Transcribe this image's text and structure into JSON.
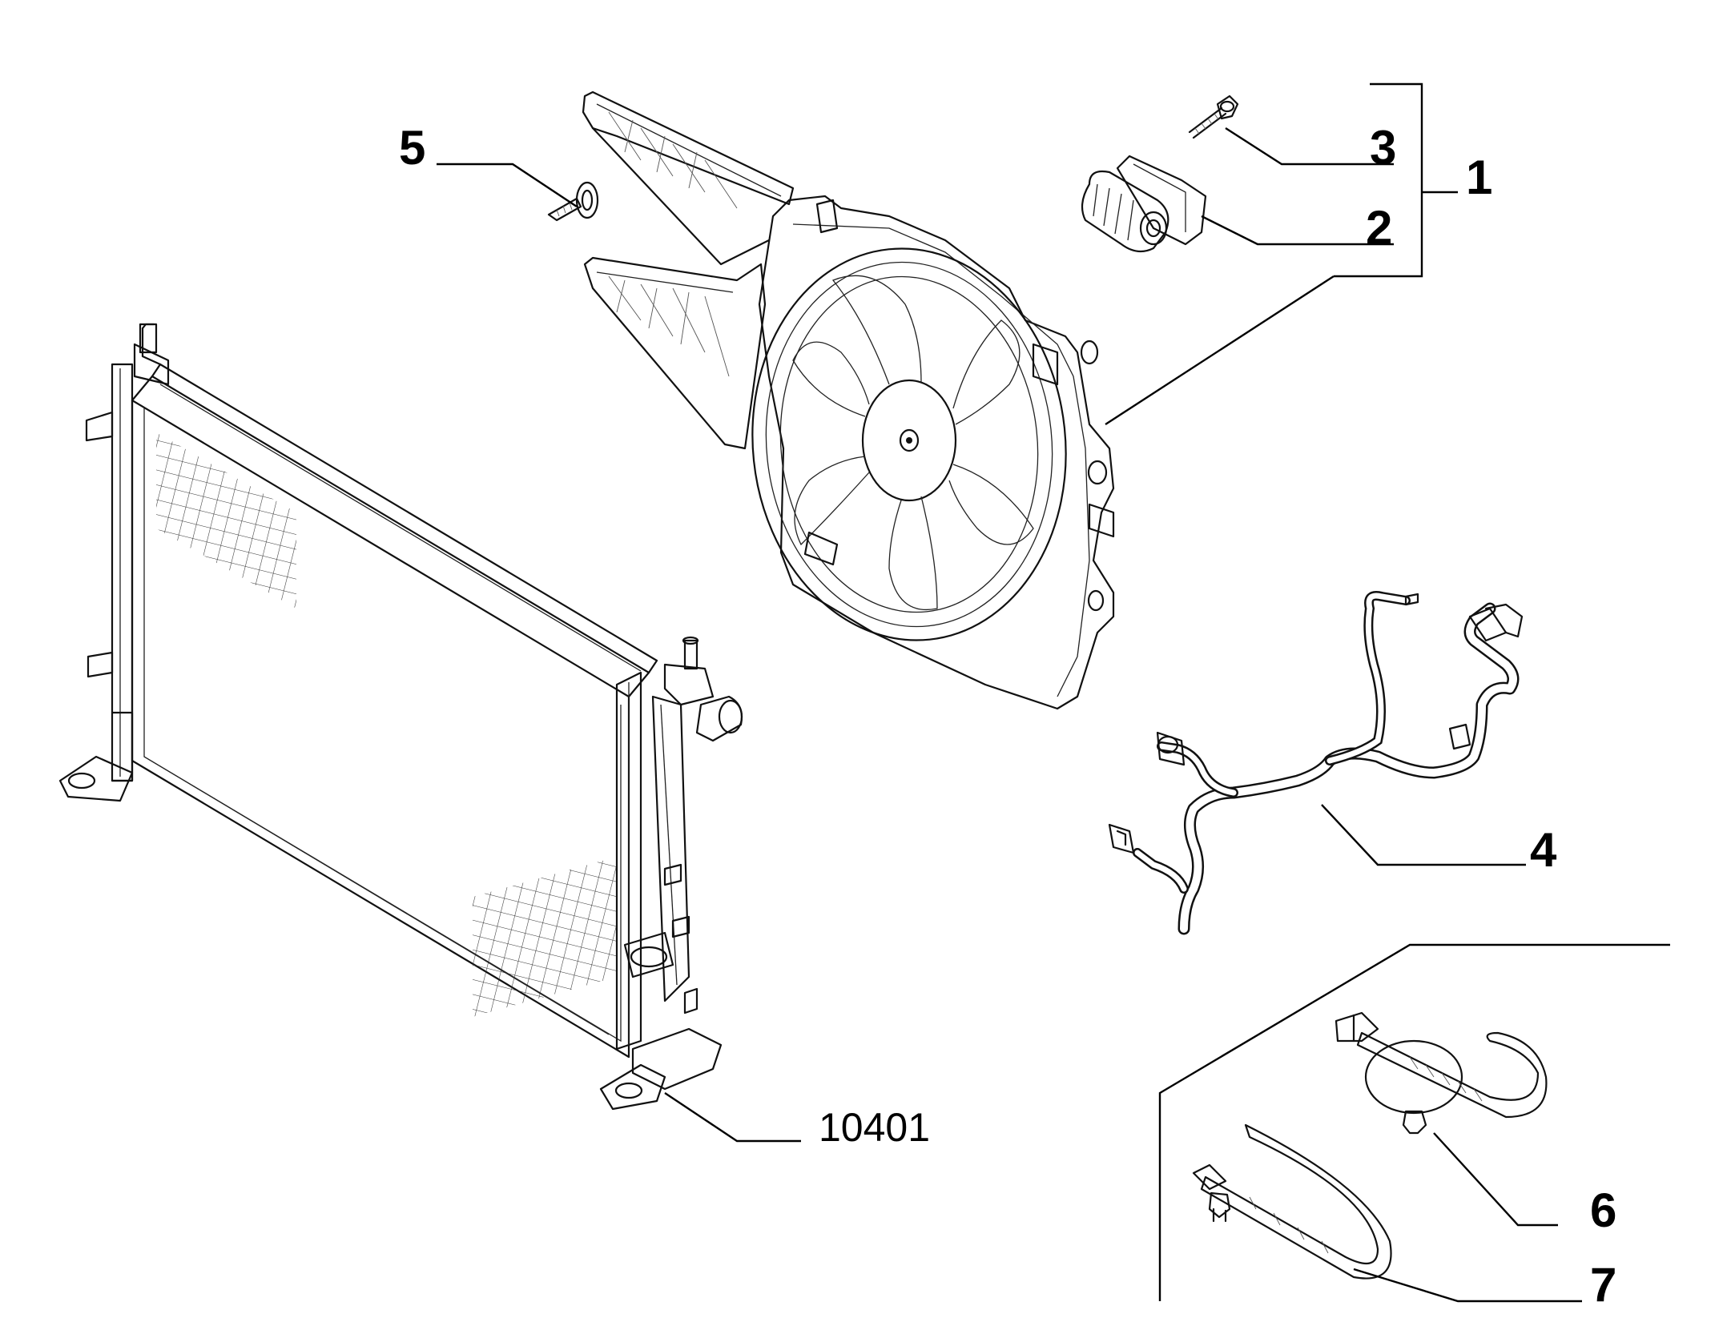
{
  "callouts": {
    "c1": "1",
    "c2": "2",
    "c3": "3",
    "c4": "4",
    "c5": "5",
    "c6": "6",
    "c7": "7",
    "c10401": "10401"
  },
  "colors": {
    "line": "#111111",
    "background": "#ffffff"
  }
}
